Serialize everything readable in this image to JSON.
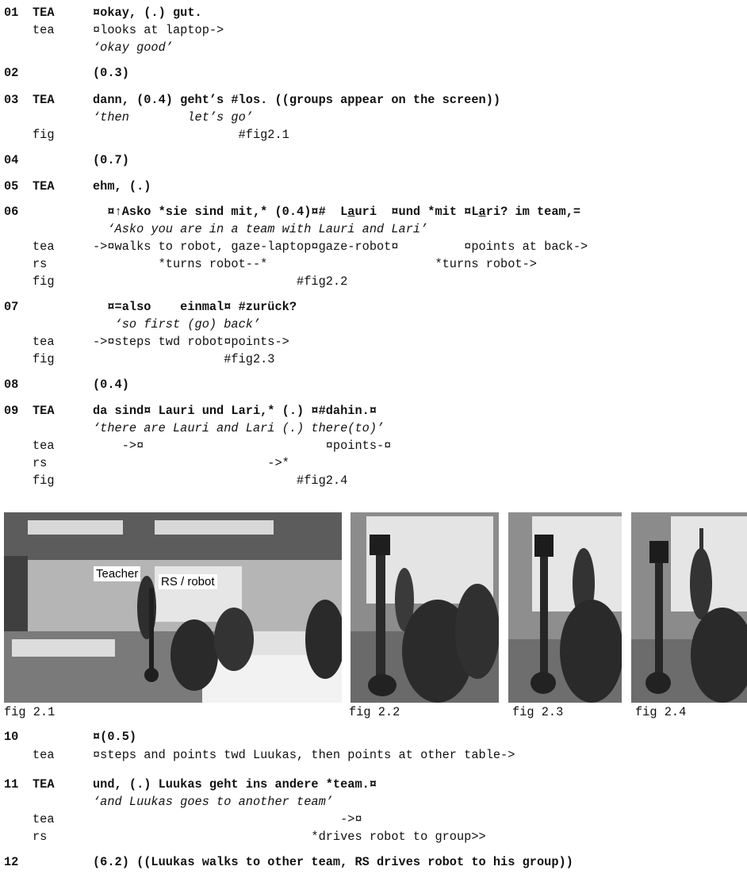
{
  "lines": [
    {
      "num": "01",
      "spk": "TEA",
      "segs": [
        {
          "t": "¤okay, (.) gut.",
          "s": "b"
        }
      ]
    },
    {
      "tier": "tea",
      "segs": [
        {
          "t": "¤looks at laptop->"
        }
      ]
    },
    {
      "segs": [
        {
          "t": "‘okay good’",
          "s": "i"
        }
      ]
    },
    {
      "num": "02",
      "segs": [
        {
          "t": "(0.3)",
          "s": "b"
        }
      ]
    },
    {
      "num": "03",
      "spk": "TEA",
      "segs": [
        {
          "t": "dann, (0.4) geht’s #los. ((groups appear on the screen))",
          "s": "b"
        }
      ]
    },
    {
      "segs": [
        {
          "t": "‘then        let’s go’",
          "s": "i"
        }
      ]
    },
    {
      "tier": "fig",
      "segs": [
        {
          "t": "                    #fig2.1"
        }
      ]
    },
    {
      "num": "04",
      "segs": [
        {
          "t": "(0.7)",
          "s": "b"
        }
      ]
    },
    {
      "num": "05",
      "spk": "TEA",
      "segs": [
        {
          "t": "ehm, (.)",
          "s": "b"
        }
      ]
    },
    {
      "num": "06",
      "segs": [
        {
          "t": "  ¤↑Asko *sie sind mit,* (0.4)¤#  L",
          "s": "b"
        },
        {
          "t": "a",
          "s": "bu"
        },
        {
          "t": "uri  ¤und *mit ¤L",
          "s": "b"
        },
        {
          "t": "a",
          "s": "bu"
        },
        {
          "t": "ri? im team,=",
          "s": "b"
        }
      ]
    },
    {
      "segs": [
        {
          "t": "  ‘Asko you are in a team with Lauri and Lari’",
          "s": "i"
        }
      ]
    },
    {
      "tier": "tea",
      "segs": [
        {
          "t": "->¤walks to robot, gaze-laptop¤gaze-robot¤         ¤points at back->"
        }
      ]
    },
    {
      "tier": "rs",
      "segs": [
        {
          "t": "         *turns robot--*                       *turns robot->"
        }
      ]
    },
    {
      "tier": "fig",
      "segs": [
        {
          "t": "                            #fig2.2"
        }
      ]
    },
    {
      "num": "07",
      "segs": [
        {
          "t": "  ¤=also    einmal¤ #zurück?",
          "s": "b"
        }
      ]
    },
    {
      "segs": [
        {
          "t": "   ‘so first (go) back’",
          "s": "i"
        }
      ]
    },
    {
      "tier": "tea",
      "segs": [
        {
          "t": "->¤steps twd robot¤points->"
        }
      ]
    },
    {
      "tier": "fig",
      "segs": [
        {
          "t": "                  #fig2.3"
        }
      ]
    },
    {
      "num": "08",
      "segs": [
        {
          "t": "(0.4)",
          "s": "b"
        }
      ]
    },
    {
      "num": "09",
      "spk": "TEA",
      "segs": [
        {
          "t": "da sind¤ Lauri und Lari,* (.) ¤#dahin.¤",
          "s": "b"
        }
      ]
    },
    {
      "segs": [
        {
          "t": "‘there are Lauri and Lari (.) there(to)’",
          "s": "i"
        }
      ]
    },
    {
      "tier": "tea",
      "segs": [
        {
          "t": "    ->¤                         ¤points-¤"
        }
      ]
    },
    {
      "tier": "rs",
      "segs": [
        {
          "t": "                        ->*"
        }
      ]
    },
    {
      "tier": "fig",
      "segs": [
        {
          "t": "                            #fig2.4"
        }
      ]
    }
  ],
  "figures": {
    "labels": {
      "teacher": "Teacher",
      "robot": "RS / robot"
    },
    "captions": [
      "fig 2.1",
      "fig 2.2",
      "fig 2.3",
      "fig 2.4"
    ]
  },
  "lines2": [
    {
      "num": "10",
      "segs": [
        {
          "t": "¤(0.5)",
          "s": "b"
        }
      ]
    },
    {
      "tier": "tea",
      "segs": [
        {
          "t": "¤steps and points twd Luukas, then points at other table->"
        }
      ]
    },
    {
      "num": "11",
      "spk": "TEA",
      "segs": [
        {
          "t": "und, (.) Luukas geht ins andere *team.¤",
          "s": "b"
        }
      ]
    },
    {
      "segs": [
        {
          "t": "‘and Luukas goes to another team’",
          "s": "i"
        }
      ]
    },
    {
      "tier": "tea",
      "segs": [
        {
          "t": "                                  ->¤"
        }
      ]
    },
    {
      "tier": "rs",
      "segs": [
        {
          "t": "                              *drives robot to group>>"
        }
      ]
    },
    {
      "num": "12",
      "segs": [
        {
          "t": "(6.2) ((Luukas walks to other team, RS drives robot to his group))",
          "s": "b"
        }
      ]
    }
  ]
}
